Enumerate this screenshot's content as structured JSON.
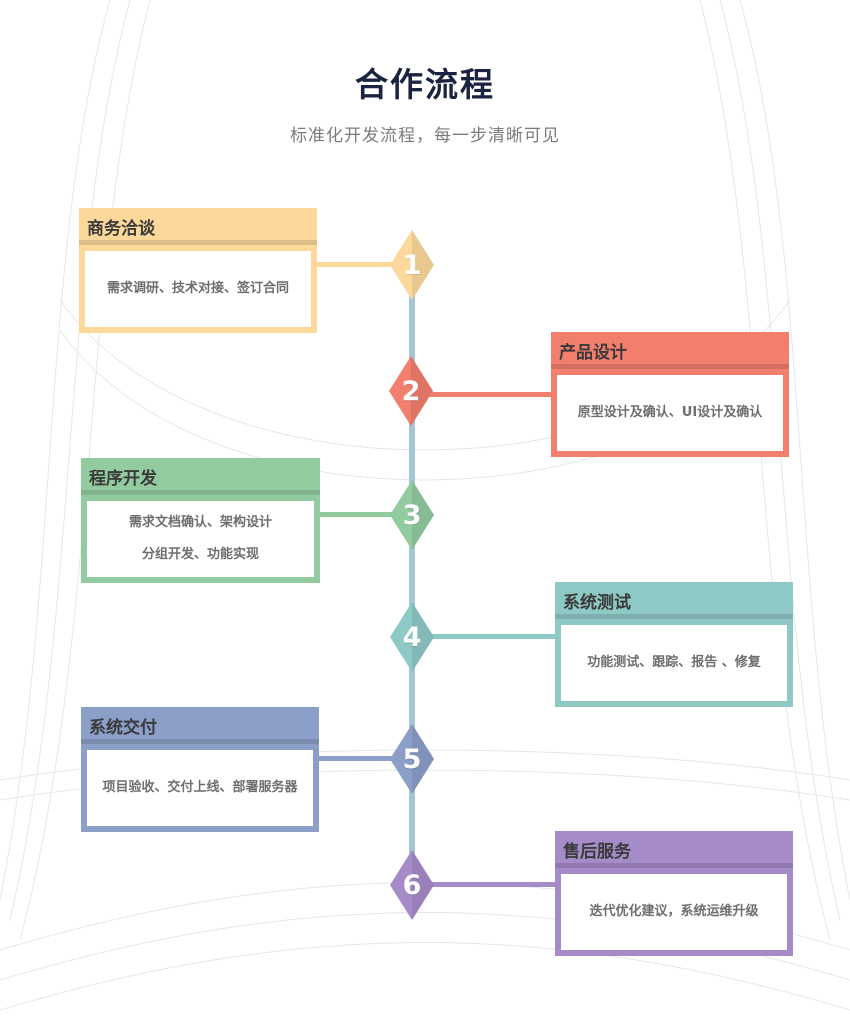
{
  "title": "合作流程",
  "subtitle": "标准化开发流程，每一步清晰可见",
  "steps": [
    {
      "number": "1",
      "heading": "商务洽谈",
      "lines": [
        "需求调研、技术对接、签订合同"
      ],
      "color": "#fcd99b",
      "side": "left"
    },
    {
      "number": "2",
      "heading": "产品设计",
      "lines": [
        "原型设计及确认、UI设计及确认"
      ],
      "color": "#f27e6e",
      "side": "right"
    },
    {
      "number": "3",
      "heading": "程序开发",
      "lines": [
        "需求文档确认、架构设计",
        "分组开发、功能实现"
      ],
      "color": "#93cba0",
      "side": "left"
    },
    {
      "number": "4",
      "heading": "系统测试",
      "lines": [
        "功能测试、跟踪、报告 、修复"
      ],
      "color": "#8fc9c6",
      "side": "right"
    },
    {
      "number": "5",
      "heading": "系统交付",
      "lines": [
        "项目验收、交付上线、部署服务器"
      ],
      "color": "#8b9fc9",
      "side": "left"
    },
    {
      "number": "6",
      "heading": "售后服务",
      "lines": [
        "迭代优化建议，系统运维升级"
      ],
      "color": "#a68bc9",
      "side": "right"
    }
  ]
}
